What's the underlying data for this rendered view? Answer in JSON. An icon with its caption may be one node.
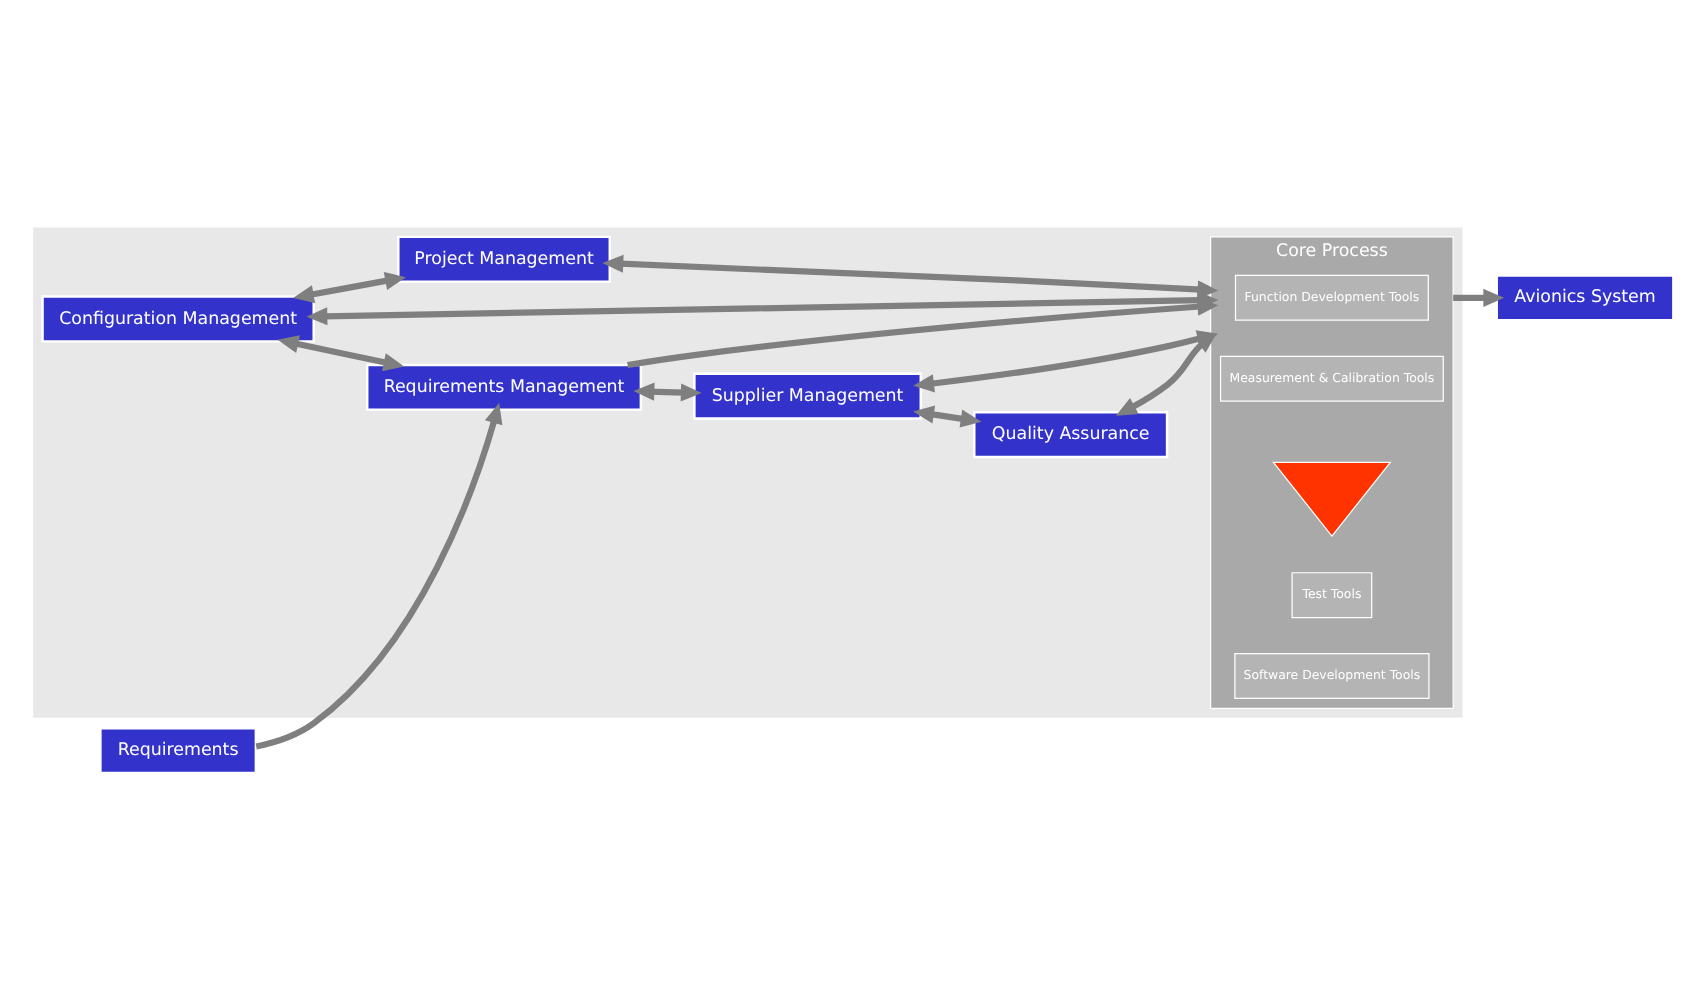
{
  "diagram": {
    "nodes": [
      {
        "text": [],
        "shape": "box"
      },
      {
        "text": [
          "Configuration Management"
        ],
        "in": 0
      },
      {
        "text": [
          "Project Management"
        ],
        "in": 0
      },
      {
        "text": [
          "Requirements"
        ]
      },
      {
        "text": [
          "Requirements Management"
        ],
        "in": 0
      },
      {
        "text": [
          "Core Process"
        ],
        "in": 0
      },
      {
        "text": [
          "Function Development Tools"
        ],
        "in": 5
      },
      {
        "text": [
          "Measurement & Calibration Tools"
        ],
        "in": 5
      },
      {
        "text": [],
        "shape": "triangle",
        "in": 5
      },
      {
        "text": [
          "Test Tools"
        ],
        "in": 5
      },
      {
        "text": [
          "Software Development Tools"
        ],
        "in": 5
      },
      {
        "text": [
          "Avionics System"
        ]
      },
      {
        "text": [
          "Supplier Management"
        ],
        "in": 0
      },
      {
        "text": [
          "Quality Assurance"
        ],
        "in": 0
      }
    ],
    "edges": [
      {
        "from": 1,
        "to": 2,
        "arrow": "both"
      },
      {
        "from": 1,
        "to": 4,
        "arrow": "both"
      },
      {
        "from": 1,
        "to": 5,
        "arrow": "both"
      },
      {
        "from": 2,
        "to": 5,
        "arrow": "both"
      },
      {
        "from": 3,
        "to": 4,
        "arrow": "to"
      },
      {
        "from": 4,
        "to": 5,
        "arrow": "to"
      },
      {
        "from": 5,
        "to": 11,
        "arrow": "to"
      },
      {
        "from": 4,
        "to": 12,
        "arrow": "both"
      },
      {
        "from": 12,
        "to": 5,
        "arrow": "both"
      },
      {
        "from": 12,
        "to": 13,
        "arrow": "both"
      },
      {
        "from": 13,
        "to": 5,
        "arrow": "both"
      }
    ]
  }
}
